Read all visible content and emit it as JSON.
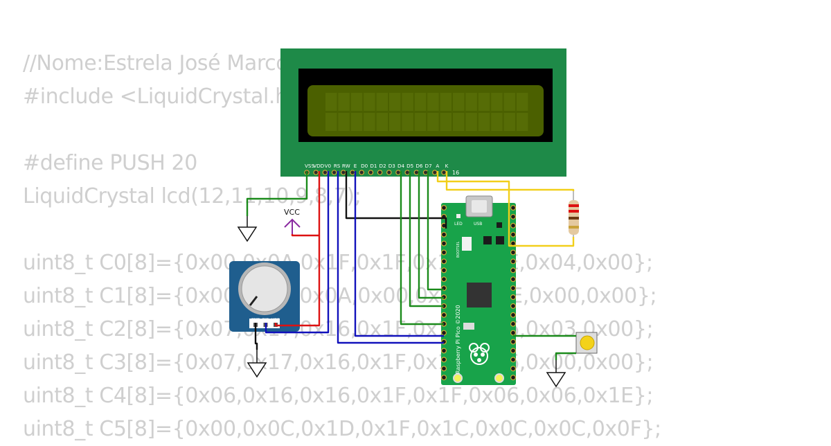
{
  "code_lines": [
    "//Nome:Estrela José Marcos",
    "#include <LiquidCrystal.h>",
    "",
    "#define PUSH 20",
    "LiquidCrystal lcd(12,11,10,9,8,7);",
    "",
    "uint8_t C0[8]={0x00,0x0A,0x1F,0x1F,0x1F,0x0E,0x04,0x00};",
    "uint8_t C1[8]={0x00,0x00,0x0A,0x00,0x11,0x0E,0x00,0x00};",
    "uint8_t C2[8]={0x07,0x17,0x16,0x1F,0x1F,0x06,0x03,0x00};",
    "uint8_t C3[8]={0x07,0x17,0x16,0x1F,0x1F,0x06,0x00,0x00};",
    "uint8_t C4[8]={0x06,0x16,0x16,0x1F,0x1F,0x06,0x06,0x1E};",
    "uint8_t C5[8]={0x00,0x0C,0x1D,0x1F,0x1C,0x0C,0x0C,0x0F};"
  ],
  "lcd": {
    "pins": [
      "VSS",
      "VDD",
      "V0",
      "RS",
      "RW",
      "E",
      "D0",
      "D1",
      "D2",
      "D3",
      "D4",
      "D5",
      "D6",
      "D7",
      "A",
      "K"
    ],
    "pin_count": "16"
  },
  "vcc_label": "VCC",
  "pot": {
    "pins": [
      "GND",
      "SIG",
      "VCC"
    ]
  },
  "pico": {
    "label": "Raspberry Pi Pico ©2020",
    "usb": "USB",
    "led": "LED",
    "bootsel": "BOOTSEL"
  },
  "colors": {
    "lcd_board": "#1e8a48",
    "lcd_screen": "#4b6000",
    "pico_board": "#18a34a",
    "pot_board": "#1f5e8e",
    "wire_green": "#1a8a1a",
    "wire_red": "#dd1111",
    "wire_blue": "#1111bb",
    "wire_black": "#111111",
    "wire_yellow": "#f2cf1a",
    "vcc": "#8a2aa0"
  }
}
